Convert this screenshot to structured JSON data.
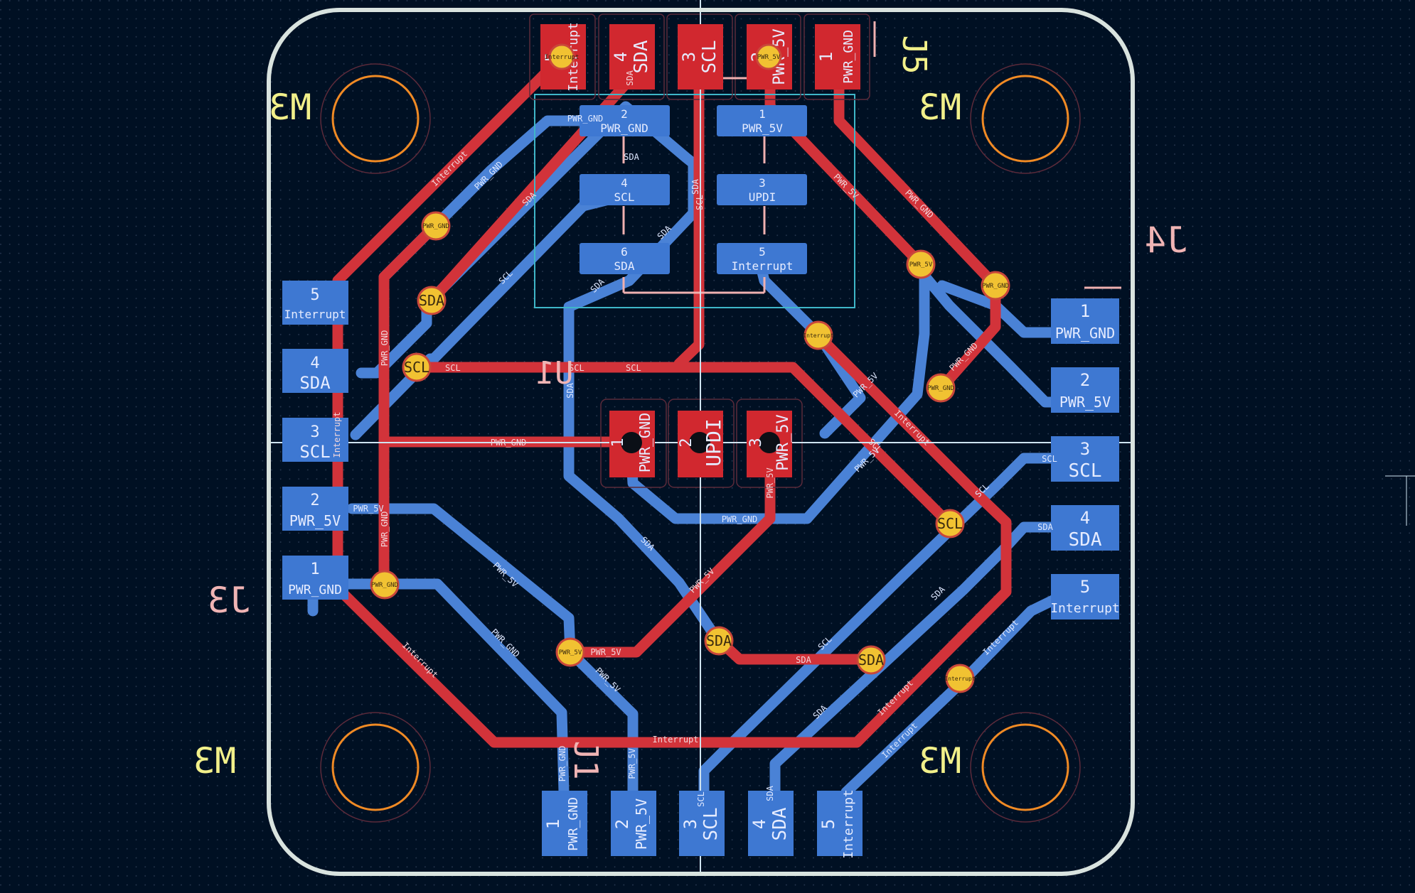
{
  "colors": {
    "background": "#001023",
    "grid_dot": "#2a3a52",
    "board_outline": "#d9e3df",
    "copper_front": "#d2333a",
    "copper_back": "#4a82d6",
    "pad_back": "#3e78d2",
    "pad_front": "#d1282f",
    "via_fill": "#f1c232",
    "via_ring": "#c9473a",
    "silk_front": "#f2ef8a",
    "silk_back": "#f0b0b0",
    "courtyard": "#3fb6c8",
    "crosshair": "#cfe3f0",
    "hole_ring": "#f08a24"
  },
  "refdes": {
    "mh_tl": "M3",
    "mh_tr": "M3",
    "mh_bl": "M3",
    "mh_br": "M3",
    "j3": "J3",
    "j4": "J4",
    "j5": "J5",
    "j_bottom": "J1",
    "u1": "U1"
  },
  "connectors": {
    "left": [
      {
        "num": "5",
        "name": "Interrupt"
      },
      {
        "num": "4",
        "name": "SDA"
      },
      {
        "num": "3",
        "name": "SCL"
      },
      {
        "num": "2",
        "name": "PWR_5V"
      },
      {
        "num": "1",
        "name": "PWR_GND"
      }
    ],
    "right": [
      {
        "num": "1",
        "name": "PWR_GND"
      },
      {
        "num": "2",
        "name": "PWR_5V"
      },
      {
        "num": "3",
        "name": "SCL"
      },
      {
        "num": "4",
        "name": "SDA"
      },
      {
        "num": "5",
        "name": "Interrupt"
      }
    ],
    "bottom": [
      {
        "num": "1",
        "name": "PWR_GND"
      },
      {
        "num": "2",
        "name": "PWR_5V"
      },
      {
        "num": "3",
        "name": "SCL"
      },
      {
        "num": "4",
        "name": "SDA"
      },
      {
        "num": "5",
        "name": "Interrupt"
      }
    ],
    "top": [
      {
        "num": "5",
        "name": "Interrupt"
      },
      {
        "num": "4",
        "name": "SDA"
      },
      {
        "num": "3",
        "name": "SCL"
      },
      {
        "num": "2",
        "name": "PWR_5V"
      },
      {
        "num": "1",
        "name": "PWR_GND"
      }
    ],
    "center": [
      {
        "num": "1",
        "name": "PWR_GND"
      },
      {
        "num": "2",
        "name": "UPDI"
      },
      {
        "num": "3",
        "name": "PWR_5V"
      }
    ]
  },
  "ic_pads": [
    {
      "num": "2",
      "name": "PWR_GND"
    },
    {
      "num": "1",
      "name": "PWR_5V"
    },
    {
      "num": "4",
      "name": "SCL"
    },
    {
      "num": "3",
      "name": "UPDI"
    },
    {
      "num": "6",
      "name": "SDA"
    },
    {
      "num": "5",
      "name": "Interrupt"
    }
  ],
  "vias": [
    {
      "id": "v1",
      "label": "Interrupt"
    },
    {
      "id": "v2",
      "label": "PWR_5V"
    },
    {
      "id": "v3",
      "label": "PWR_GND"
    },
    {
      "id": "v4",
      "label": "SDA"
    },
    {
      "id": "v5",
      "label": "SCL"
    },
    {
      "id": "v6",
      "label": "PWR_5V"
    },
    {
      "id": "v7",
      "label": "PWR_GND"
    },
    {
      "id": "v8",
      "label": "Interrupt"
    },
    {
      "id": "v9",
      "label": "PWR_GND"
    },
    {
      "id": "v10",
      "label": "SCL"
    },
    {
      "id": "v11",
      "label": "PWR_GND"
    },
    {
      "id": "v12",
      "label": "PWR_5V"
    },
    {
      "id": "v13",
      "label": "SDA"
    },
    {
      "id": "v14",
      "label": "SDA"
    },
    {
      "id": "v15",
      "label": "Interrupt"
    }
  ],
  "trace_labels": {
    "interrupt": "Interrupt",
    "pwr_gnd": "PWR_GND",
    "sda": "SDA",
    "scl": "SCL",
    "pwr_5v": "PWR_5V"
  }
}
